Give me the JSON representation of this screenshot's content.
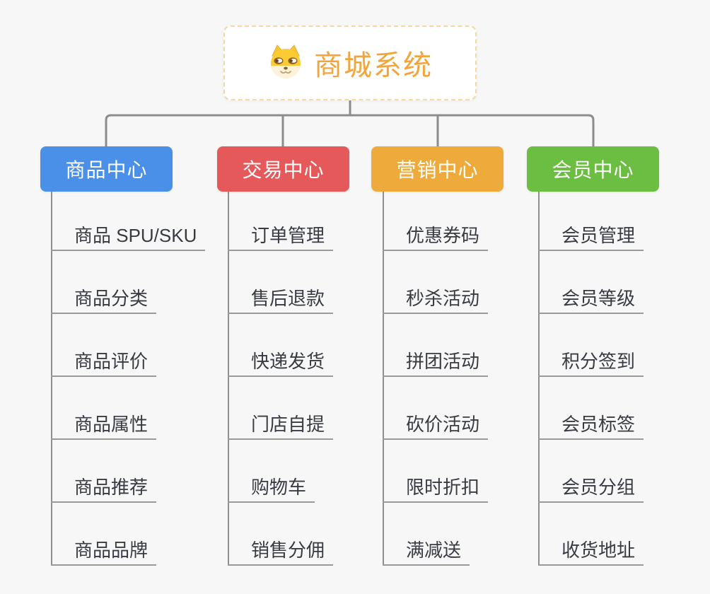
{
  "page": {
    "background_color": "#F7F7F7",
    "connector_color": "#8C8C8C",
    "leaf_text_color": "#383C42"
  },
  "root": {
    "title": "商城系统",
    "icon": "shiba-dog-icon",
    "text_color": "#F2A53C",
    "border_color": "#F5D7A0"
  },
  "branches": [
    {
      "label": "商品中心",
      "color": "#4A90E8",
      "children": [
        "商品 SPU/SKU",
        "商品分类",
        "商品评价",
        "商品属性",
        "商品推荐",
        "商品品牌"
      ]
    },
    {
      "label": "交易中心",
      "color": "#E5595B",
      "children": [
        "订单管理",
        "售后退款",
        "快递发货",
        "门店自提",
        "购物车",
        "销售分佣"
      ]
    },
    {
      "label": "营销中心",
      "color": "#EFAA3C",
      "children": [
        "优惠券码",
        "秒杀活动",
        "拼团活动",
        "砍价活动",
        "限时折扣",
        "满减送"
      ]
    },
    {
      "label": "会员中心",
      "color": "#6CBE42",
      "children": [
        "会员管理",
        "会员等级",
        "积分签到",
        "会员标签",
        "会员分组",
        "收货地址"
      ]
    }
  ]
}
